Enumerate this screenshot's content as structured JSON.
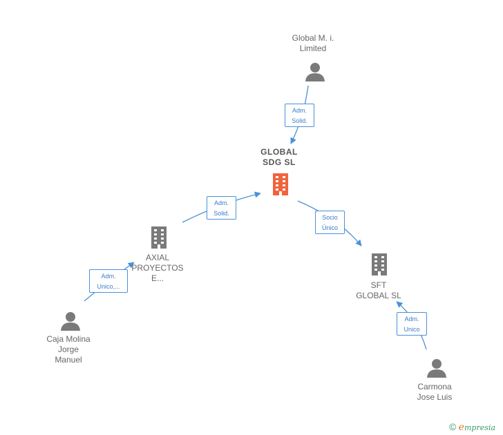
{
  "nodes": {
    "global_mi": {
      "label_lines": [
        "Global M. i.",
        "Limited"
      ],
      "type": "person"
    },
    "global_sdg": {
      "label_lines": [
        "GLOBAL",
        "SDG SL"
      ],
      "type": "company-focus"
    },
    "axial": {
      "label_lines": [
        "AXIAL",
        "PROYECTOS",
        "E..."
      ],
      "type": "company"
    },
    "sft_global": {
      "label_lines": [
        "SFT",
        "GLOBAL SL"
      ],
      "type": "company"
    },
    "caja_molina": {
      "label_lines": [
        "Caja Molina",
        "Jorge",
        "Manuel"
      ],
      "type": "person"
    },
    "carmona": {
      "label_lines": [
        "Carmona",
        "Jose Luis"
      ],
      "type": "person"
    }
  },
  "edges": {
    "e1": {
      "lines": [
        "Adm.",
        "Solid."
      ]
    },
    "e2": {
      "lines": [
        "Adm.",
        "Solid."
      ]
    },
    "e3": {
      "lines": [
        "Socio",
        "Único"
      ]
    },
    "e4": {
      "lines": [
        "Adm.",
        "Unico,..."
      ]
    },
    "e5": {
      "lines": [
        "Adm.",
        "Unico"
      ]
    }
  },
  "footer": {
    "copyright": "©",
    "brand_initial": "e",
    "brand_rest": "mpresia"
  },
  "colors": {
    "edge": "#4a90d9",
    "person_icon": "#7a7a7a",
    "company_icon": "#7a7a7a",
    "focus_icon": "#f0643c"
  }
}
